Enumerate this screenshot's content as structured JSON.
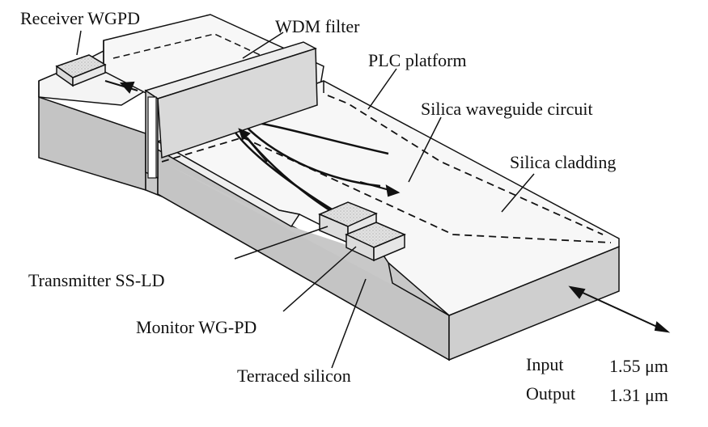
{
  "labels": {
    "receiver": "Receiver WGPD",
    "wdm_filter": "WDM  filter",
    "plc_platform": "PLC platform",
    "waveguide_circuit": "Silica waveguide circuit",
    "cladding": "Silica cladding",
    "transmitter": "Transmitter SS-LD",
    "monitor": "Monitor WG-PD",
    "terraced_silicon": "Terraced silicon",
    "input_label": "Input",
    "input_value": "1.55 μm",
    "output_label": "Output",
    "output_value": "1.31 μm"
  },
  "colors": {
    "silicon_side": "#c9c9c9",
    "silicon_front": "#bdbdbd",
    "silica_top": "#f6f6f6",
    "component_fill": "#d8d8d8",
    "line": "#111111"
  }
}
